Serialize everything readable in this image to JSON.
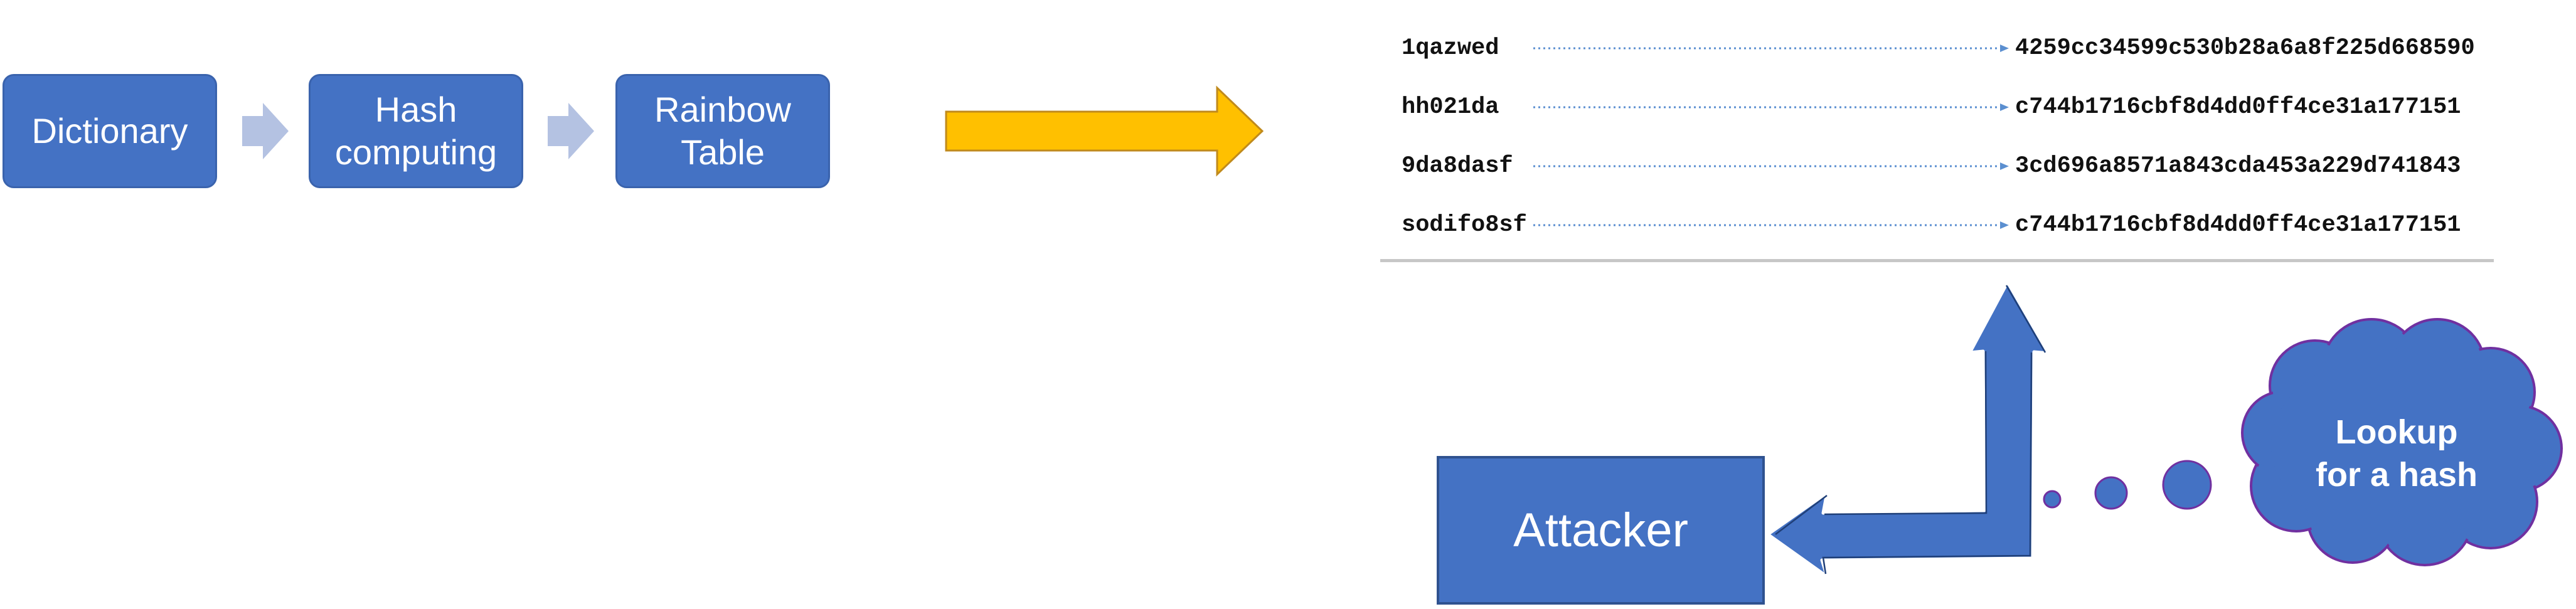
{
  "pipeline": {
    "steps": [
      {
        "label": "Dictionary"
      },
      {
        "label": "Hash\ncomputing"
      },
      {
        "label": "Rainbow\nTable"
      }
    ]
  },
  "rainbow_table": {
    "rows": [
      {
        "password": "1qazwed",
        "hash": "4259cc34599c530b28a6a8f225d668590"
      },
      {
        "password": "hh021da",
        "hash": "c744b1716cbf8d4dd0ff4ce31a177151"
      },
      {
        "password": "9da8dasf",
        "hash": "3cd696a8571a843cda453a229d741843"
      },
      {
        "password": "sodifo8sf",
        "hash": "c744b1716cbf8d4dd0ff4ce31a177151"
      }
    ]
  },
  "attacker": {
    "label": "Attacker"
  },
  "thought": {
    "line1": "Lookup",
    "line2": "for a hash"
  },
  "colors": {
    "box_fill": "#4472c4",
    "box_border": "#2f528f",
    "chevron": "#b4c2e2",
    "yellow_arrow": "#ffc000",
    "yellow_outline": "#c08a1c",
    "table_arrow": "#5b8fd0",
    "table_rule": "#c7c7c7"
  }
}
